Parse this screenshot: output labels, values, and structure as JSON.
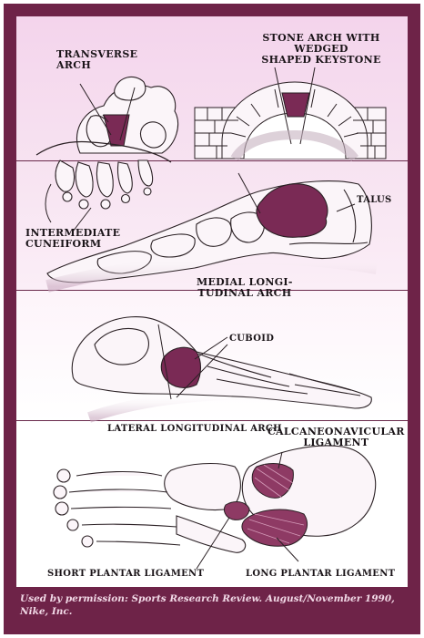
{
  "labels": {
    "transverse_arch": [
      "Transverse",
      "Arch"
    ],
    "stone_arch": [
      "Stone Arch with Wedged",
      "Shaped Keystone"
    ],
    "talus": "Talus",
    "intermediate_cuneiform": [
      "Intermediate",
      "Cuneiform"
    ],
    "medial_arch": [
      "Medial Longi-",
      "tudinal Arch"
    ],
    "cuboid": "Cuboid",
    "lateral_arch": "Lateral Longitudinal Arch",
    "calcaneonavicular": [
      "Calcaneonavicular",
      "Ligament"
    ],
    "short_plantar": "Short Plantar Ligament",
    "long_plantar": "Long Plantar Ligament"
  },
  "credit": {
    "line1": "Used by permission: Sports Research Review. August/November 1990,",
    "line2": "Nike, Inc."
  },
  "colors": {
    "frame": "#6e2348",
    "highlight": "#7a2a55",
    "band": "#f4d4ec"
  }
}
